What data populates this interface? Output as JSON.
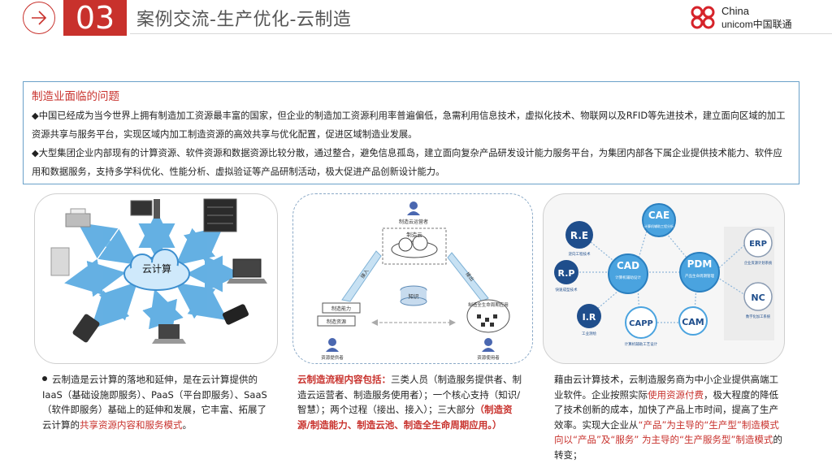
{
  "header": {
    "section_number": "03",
    "title": "案例交流-生产优化-云制造",
    "brand_line1": "China",
    "brand_line2": "unicom中国联通"
  },
  "problem": {
    "title": "制造业面临的问题",
    "p1": "◆中国已经成为当今世界上拥有制造加工资源最丰富的国家，但企业的制造加工资源利用率普遍偏低，急需利用信息技术，虚拟化技术、物联网以及RFID等先进技术，建立面向区域的加工资源共享与服务平台，实现区域内加工制造资源的高效共享与优化配置，促进区域制造业发展。",
    "p2": "◆大型集团企业内部现有的计算资源、软件资源和数据资源比较分散，通过整合，避免信息孤岛，建立面向复杂产品研发设计能力服务平台，为集团内部各下属企业提供技术能力、软件应用和数据服务，支持多学科优化、性能分析、虚拟验证等产品研制活动，极大促进产品创新设计能力。"
  },
  "diagram1": {
    "center_label": "云计算"
  },
  "diagram2": {
    "operator_label": "制造云运营者",
    "cloud_label": "制造云",
    "knowledge_label": "知识",
    "capability_label": "制造能力",
    "resource_label": "制造资源",
    "lifecycle_label": "制造全生命周期应用",
    "provider_label": "资源提供者",
    "user_label": "资源使用者",
    "arrow_in": "接入",
    "arrow_out": "接出"
  },
  "diagram3": {
    "re": "R.E",
    "re_sub": "逆向工程技术",
    "rp": "R.P",
    "rp_sub": "快速成型技术",
    "ir": "I.R",
    "ir_sub": "工业测绘",
    "cad": "CAD",
    "cad_sub": "计算机辅助设计",
    "cae": "CAE",
    "cae_sub": "计算机辅助工程分析",
    "pdm": "PDM",
    "pdm_sub": "产品生命周期管理",
    "capp": "CAPP",
    "capp_sub": "计算机辅助工艺设计",
    "cam": "CAM",
    "erp": "ERP",
    "erp_sub": "企业资源计划系统",
    "nc": "NC",
    "nc_sub": "数字化加工系统"
  },
  "captions": {
    "c1_a": "云制造是云计算的落地和延伸，是在云计算提供的IaaS（基础设施即服务）、PaaS（平台即服务）、SaaS（软件即服务）基础上的延伸和发展，它丰富、拓展了云计算的",
    "c1_b": "共享资源内容和服务模式",
    "c1_c": "。",
    "c2_a": "云制造流程内容包括：",
    "c2_b": "三类人员（制造服务提供者、制造云运营者、制造服务使用者）；一个核心支持（知识/智慧）；两个过程（接出、接入）；三大部分",
    "c2_c": "（制造资源/制造能力、制造云池、制造全生命周期应用。）",
    "c3_a": "藉由云计算技术，云制造服务商为中小企业提供高端工业软件。企业按照实际",
    "c3_b": "使用资源付费",
    "c3_c": "，极大程度的降低了技术创新的成本，加快了产品上市时间，提高了生产效率。实现大企业从",
    "c3_d": "“产品”为主导的“生产型”制造模式向以“产品”及“服务” 为主导的“生产服务型”制造模式",
    "c3_e": "的转变；"
  },
  "colors": {
    "accent": "#c8312c",
    "box_border": "#6aa1c9",
    "arrow_blue": "#4aa3df"
  }
}
